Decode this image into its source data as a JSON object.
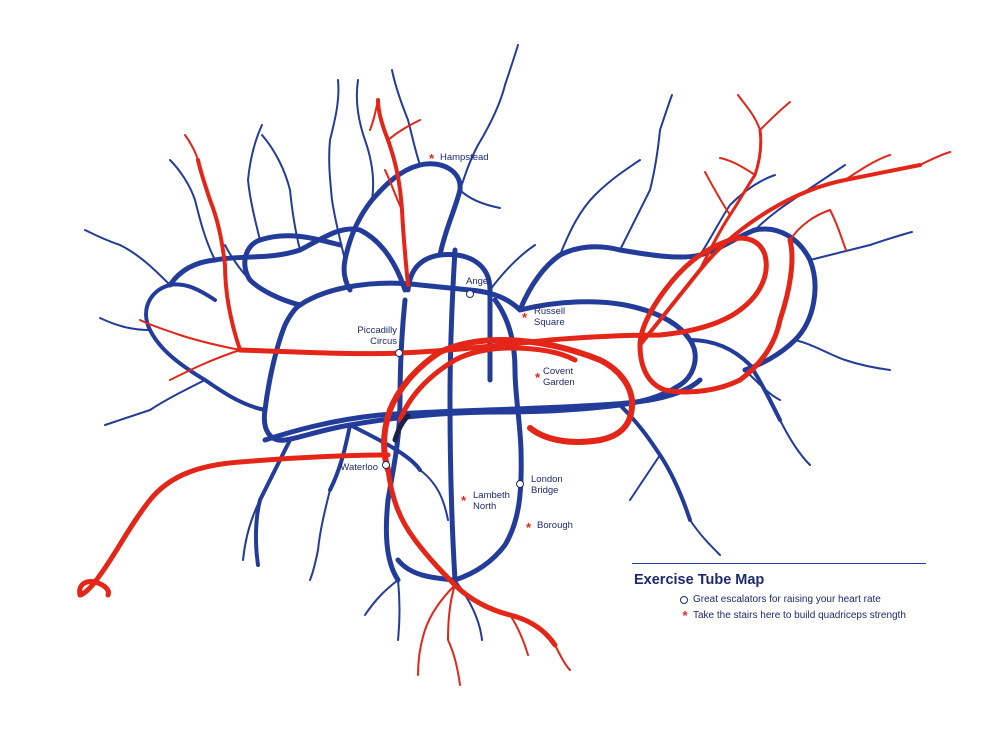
{
  "map": {
    "colors": {
      "blue": "#233c9a",
      "red": "#e32618",
      "text": "#1e2a6e",
      "background": "#ffffff"
    },
    "stations": [
      {
        "id": "hampstead",
        "label": "Hampstead",
        "marker": "star"
      },
      {
        "id": "angel",
        "label": "Angel",
        "marker": "circle"
      },
      {
        "id": "russell-square",
        "label": "Russell\nSquare",
        "marker": "star"
      },
      {
        "id": "piccadilly-circus",
        "label": "Piccadilly\nCircus",
        "marker": "circle"
      },
      {
        "id": "covent-garden",
        "label": "Covent\nGarden",
        "marker": "star"
      },
      {
        "id": "waterloo",
        "label": "Waterloo",
        "marker": "circle"
      },
      {
        "id": "london-bridge",
        "label": "London\nBridge",
        "marker": "circle"
      },
      {
        "id": "lambeth-north",
        "label": "Lambeth\nNorth",
        "marker": "star"
      },
      {
        "id": "borough",
        "label": "Borough",
        "marker": "star"
      }
    ]
  },
  "legend": {
    "title": "Exercise Tube Map",
    "items": [
      {
        "marker": "circle",
        "label": "Great escalators for raising your heart rate"
      },
      {
        "marker": "star",
        "label": "Take the stairs here to build quadriceps strength"
      }
    ],
    "star_symbol": "*"
  }
}
